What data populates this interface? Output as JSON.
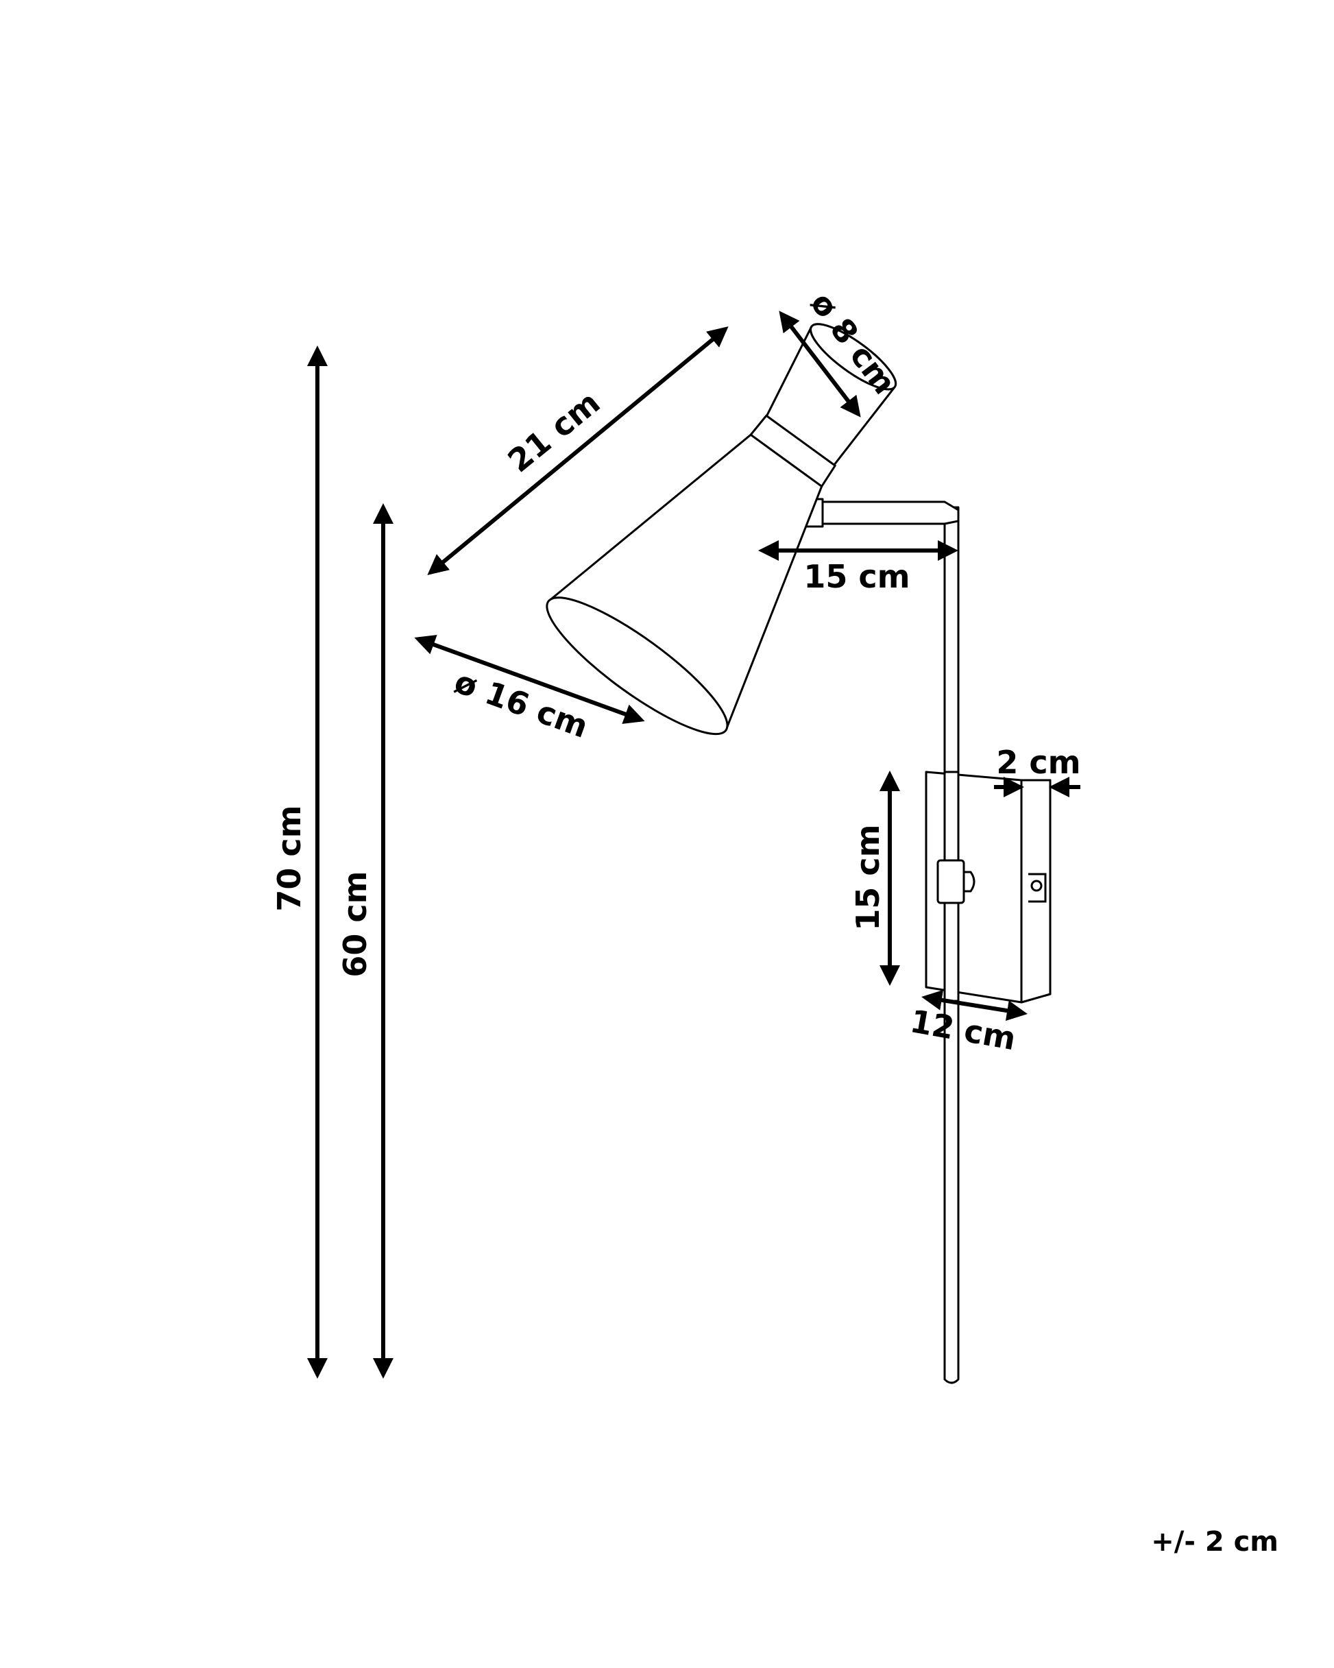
{
  "dimensions": {
    "total_height": "70 cm",
    "rod_height": "60 cm",
    "shade_length": "21 cm",
    "shade_top_diameter": "ø 8 cm",
    "shade_bottom_diameter": "ø 16 cm",
    "arm_length": "15 cm",
    "plate_height": "15 cm",
    "plate_width": "12 cm",
    "plate_depth": "2 cm"
  },
  "tolerance": "+/- 2 cm"
}
